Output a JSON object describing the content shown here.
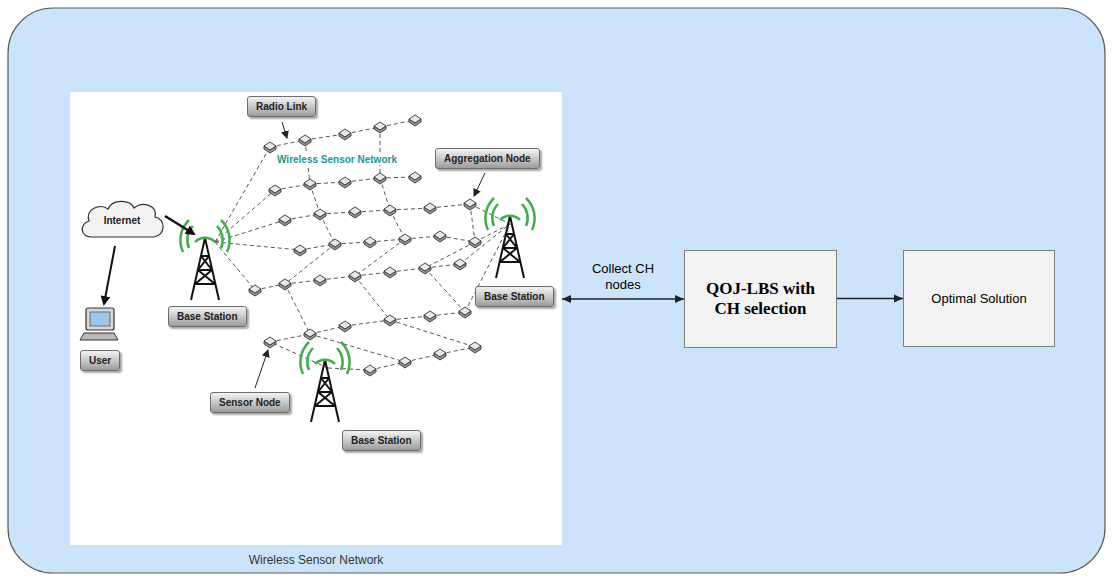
{
  "diagram": {
    "nodes": [
      {
        "text": [
          "Wireless Sensor Network"
        ]
      },
      {
        "text": [
          "Radio Link"
        ],
        "in": 0
      },
      {
        "text": [
          "Aggregation Node"
        ],
        "in": 0
      },
      {
        "text": [
          "Internet"
        ],
        "in": 0
      },
      {
        "text": [
          "Base Station"
        ],
        "in": 0
      },
      {
        "text": [
          "User"
        ],
        "in": 0
      },
      {
        "text": [
          "Base Station"
        ],
        "in": 0
      },
      {
        "text": [
          "Sensor Node"
        ],
        "in": 0
      },
      {
        "text": [
          "Base Station"
        ],
        "in": 0
      },
      {
        "text": [
          "QOJ-LBS with CH selection"
        ]
      },
      {
        "text": [
          "Optimal Solution"
        ]
      }
    ],
    "edges": [
      {
        "from": 0,
        "to": 9,
        "label": "Collect CH nodes",
        "arrow": "both"
      },
      {
        "from": 9,
        "to": 10,
        "arrow": "to"
      }
    ],
    "labels": [
      "Wireless Sensor Network"
    ]
  }
}
